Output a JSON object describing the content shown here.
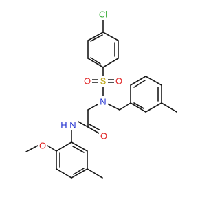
{
  "molecule": {
    "atoms": {
      "cl": "Cl",
      "s": "S",
      "o_s_left": "O",
      "o_s_right": "O",
      "n_sulfonamide": "N",
      "o_carbonyl": "O",
      "n_amide": "N",
      "h_amide": "H",
      "o_methoxy": "O"
    },
    "colors": {
      "chlorine": "#33aa33",
      "sulfur": "#b8a000",
      "oxygen": "#e02020",
      "nitrogen": "#2030d0",
      "carbon_bond": "#1a1a1a"
    }
  }
}
